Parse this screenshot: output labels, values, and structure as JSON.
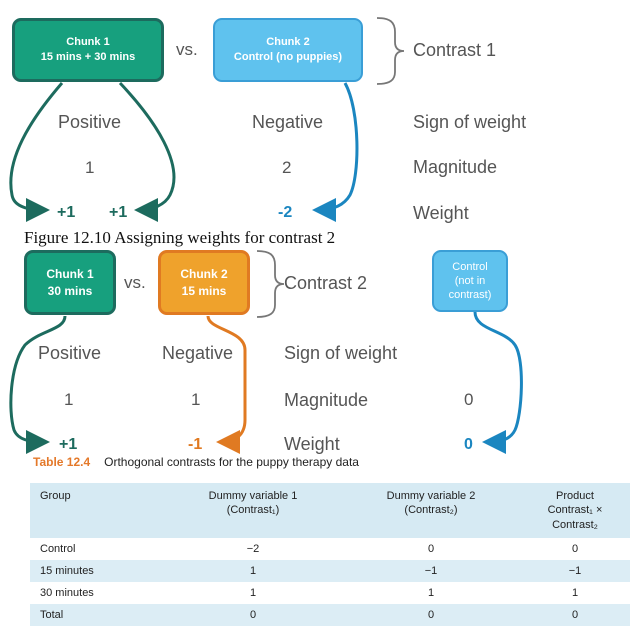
{
  "contrast1": {
    "box_left": {
      "line1": "Chunk 1",
      "line2": "15 mins + 30 mins"
    },
    "vs": "vs.",
    "box_right": {
      "line1": "Chunk 2",
      "line2": "Control (no puppies)"
    },
    "contrast_label": "Contrast 1",
    "sign_left": "Positive",
    "sign_right": "Negative",
    "sign_label": "Sign of weight",
    "mag_left": "1",
    "mag_right": "2",
    "mag_label": "Magnitude",
    "weights": [
      "+1",
      "+1",
      "-2"
    ],
    "weight_label": "Weight"
  },
  "figure_caption": "Figure 12.10 Assigning weights for contrast 2",
  "contrast2": {
    "box_left": {
      "line1": "Chunk 1",
      "line2": "30 mins"
    },
    "vs": "vs.",
    "box_right": {
      "line1": "Chunk 2",
      "line2": "15 mins"
    },
    "contrast_label": "Contrast 2",
    "box_control": {
      "line1": "Control",
      "line2": "(not in",
      "line3": "contrast)"
    },
    "sign_left": "Positive",
    "sign_right": "Negative",
    "sign_label": "Sign of weight",
    "mag_left": "1",
    "mag_right": "1",
    "mag_label": "Magnitude",
    "mag_control": "0",
    "weights": [
      "+1",
      "-1",
      "0"
    ],
    "weight_label": "Weight"
  },
  "colors": {
    "green": "#17a07e",
    "green_dark": "#1d6b5e",
    "blue": "#5fc2ee",
    "blue_dark": "#1b86c0",
    "orange": "#efa22c",
    "orange_dark": "#e07a22"
  },
  "table": {
    "number": "Table 12.4",
    "title": "Orthogonal contrasts for the puppy therapy data",
    "headers": [
      {
        "line1": "Group",
        "line2": ""
      },
      {
        "line1": "Dummy variable 1",
        "line2": "(Contrast₁)"
      },
      {
        "line1": "Dummy variable 2",
        "line2": "(Contrast₂)"
      },
      {
        "line1": "Product",
        "line2": "Contrast₁ × Contrast₂"
      }
    ],
    "rows": [
      [
        "Control",
        "−2",
        "0",
        "0"
      ],
      [
        "15 minutes",
        "1",
        "−1",
        "−1"
      ],
      [
        "30 minutes",
        "1",
        "1",
        "1"
      ],
      [
        "Total",
        "0",
        "0",
        "0"
      ]
    ]
  }
}
